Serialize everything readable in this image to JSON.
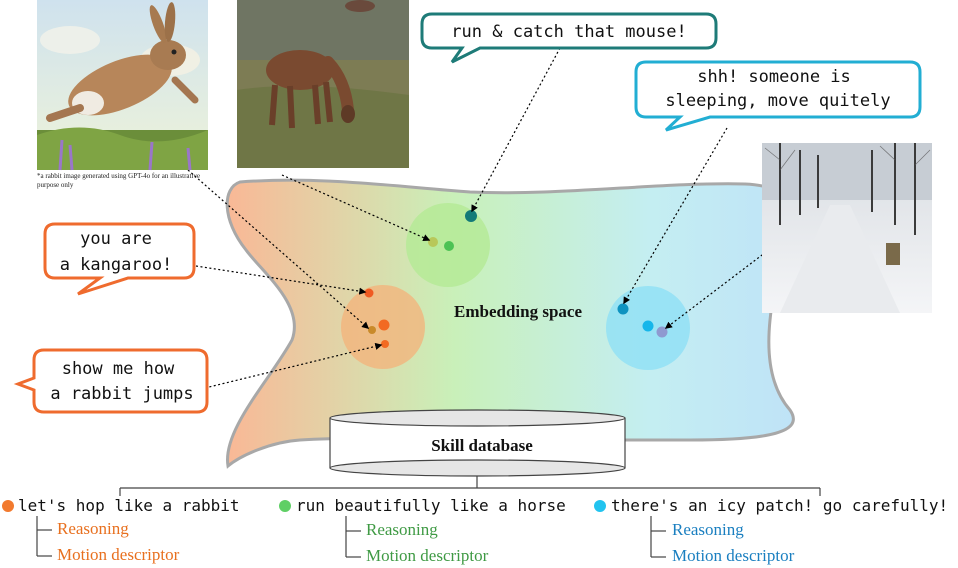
{
  "colors": {
    "orange": "#f27a2e",
    "green": "#5fcf65",
    "cyan": "#22c3ef",
    "teal": "#1e7b78",
    "blue_text": "#1a7fc0",
    "green_text": "#3f9a44",
    "orange_text": "#e8701f"
  },
  "note": "*a rabbit image generated using GPT-4o for an illustrative purpose only",
  "bubbles": {
    "kangaroo": [
      "you are",
      "a kangaroo!"
    ],
    "rabbit_jump": [
      "show me how",
      "a rabbit jumps"
    ],
    "mouse": [
      "run & catch that mouse!"
    ],
    "sleeping": [
      "shh! someone is",
      "sleeping, move quitely"
    ]
  },
  "embedding_label": "Embedding space",
  "database_label": "Skill database",
  "skills": [
    {
      "label": "let's hop like a rabbit",
      "reasoning": "Reasoning",
      "motion": "Motion descriptor",
      "color_key": "orange"
    },
    {
      "label": "run beautifully like a horse",
      "reasoning": "Reasoning",
      "motion": "Motion descriptor",
      "color_key": "green"
    },
    {
      "label": "there's an icy patch! go carefully!",
      "reasoning": "Reasoning",
      "motion": "Motion descriptor",
      "color_key": "cyan"
    }
  ],
  "images": {
    "rabbit": "rabbit-photo",
    "horse": "horse-photo",
    "snow": "snowy-path-photo"
  }
}
